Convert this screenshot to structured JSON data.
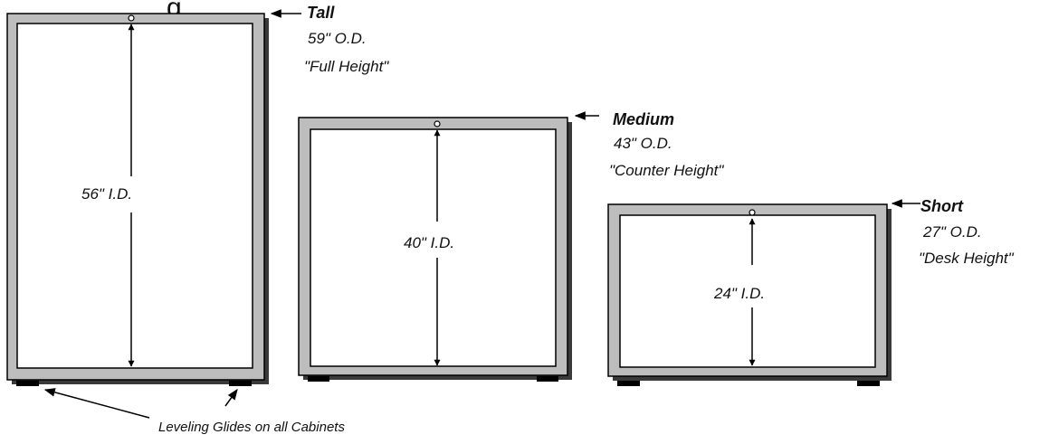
{
  "heading_fragment": "g",
  "colors": {
    "frame": "#bdbdbd",
    "shadow": "#3a3a3a",
    "interior": "#ffffff",
    "line": "#000000"
  },
  "cabinets": [
    {
      "id": "tall",
      "name": "Tall",
      "outer": "59\" O.D.",
      "height_label": "\"Full Height\"",
      "inner": "56\" I.D."
    },
    {
      "id": "medium",
      "name": "Medium",
      "outer": "43\" O.D.",
      "height_label": "\"Counter Height\"",
      "inner": "40\" I.D."
    },
    {
      "id": "short",
      "name": "Short",
      "outer": "27\" O.D.",
      "height_label": "\"Desk Height\"",
      "inner": "24\" I.D."
    }
  ],
  "footnote": "Leveling Glides on all Cabinets"
}
